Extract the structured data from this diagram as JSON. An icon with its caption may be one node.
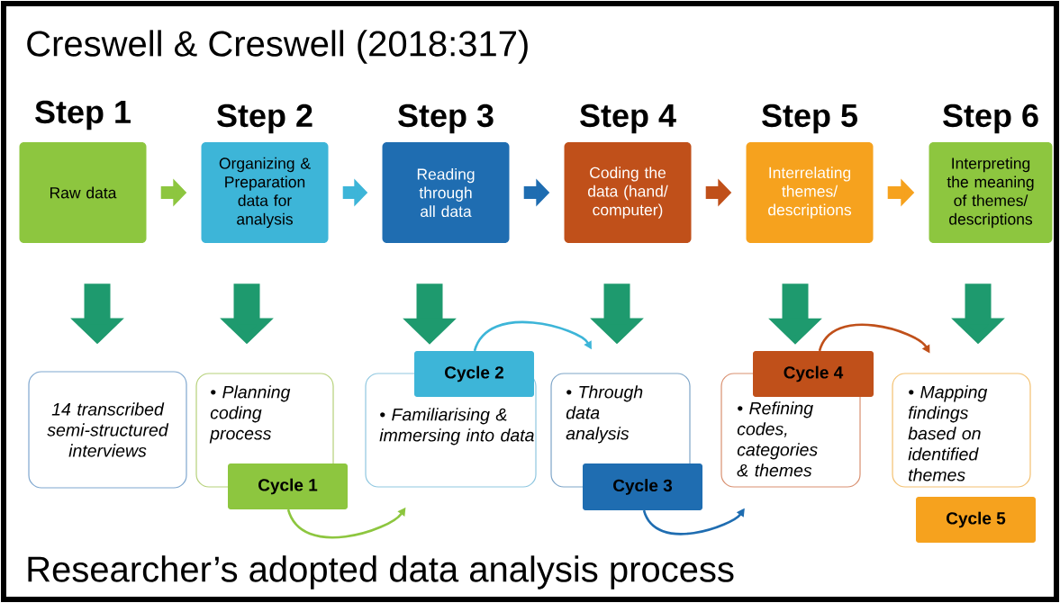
{
  "diagram": {
    "title": "Creswell & Creswell (2018:317)",
    "caption": "Researcher’s adopted data analysis process",
    "nodes": [
      {
        "text": [
          "Step 1",
          "Raw data"
        ]
      },
      {
        "text": [
          "Step 2",
          "Organizing & Preparation data for analysis"
        ]
      },
      {
        "text": [
          "Step 3",
          "Reading through all data"
        ]
      },
      {
        "text": [
          "Step 4",
          "Coding the data (hand/ computer)"
        ]
      },
      {
        "text": [
          "Step 5",
          "Interrelating themes/ descriptions"
        ]
      },
      {
        "text": [
          "Step 6",
          "Interpreting the meaning of themes/ descriptions"
        ]
      },
      {
        "text": [
          "14 transcribed semi-structured interviews"
        ]
      },
      {
        "text": [
          "• Planning coding process"
        ]
      },
      {
        "text": [
          "• Familiarising & immersing into data"
        ]
      },
      {
        "text": [
          "• Through data analysis"
        ]
      },
      {
        "text": [
          "• Refining codes, categories & themes"
        ]
      },
      {
        "text": [
          "• Mapping findings based on identified themes"
        ]
      },
      {
        "text": [
          "Cycle 1"
        ]
      },
      {
        "text": [
          "Cycle 2"
        ]
      },
      {
        "text": [
          "Cycle 3"
        ]
      },
      {
        "text": [
          "Cycle 4"
        ]
      },
      {
        "text": [
          "Cycle 5"
        ]
      }
    ],
    "edges": [
      {
        "from": 0,
        "to": 1,
        "arrow": "to",
        "color": "#8dc63f"
      },
      {
        "from": 1,
        "to": 2,
        "arrow": "to",
        "color": "#3db5d8"
      },
      {
        "from": 2,
        "to": 3,
        "arrow": "to",
        "color": "#1f6db1"
      },
      {
        "from": 3,
        "to": 4,
        "arrow": "to",
        "color": "#c0501a"
      },
      {
        "from": 4,
        "to": 5,
        "arrow": "to",
        "color": "#f6a21e"
      },
      {
        "from": 0,
        "to": 6,
        "arrow": "to",
        "style": "thick",
        "color": "#1e9a6e"
      },
      {
        "from": 1,
        "to": 7,
        "arrow": "to",
        "style": "thick",
        "color": "#1e9a6e"
      },
      {
        "from": 2,
        "to": 13,
        "arrow": "to",
        "style": "thick",
        "color": "#1e9a6e"
      },
      {
        "from": 3,
        "to": 9,
        "arrow": "to",
        "style": "thick",
        "color": "#1e9a6e"
      },
      {
        "from": 4,
        "to": 15,
        "arrow": "to",
        "style": "thick",
        "color": "#1e9a6e"
      },
      {
        "from": 5,
        "to": 11,
        "arrow": "to",
        "style": "thick",
        "color": "#1e9a6e"
      },
      {
        "from": 12,
        "to": 8,
        "arrow": "to",
        "color": "#8dc63f"
      },
      {
        "from": 13,
        "to": 9,
        "arrow": "to",
        "color": "#3db5d8"
      },
      {
        "from": 14,
        "to": 10,
        "arrow": "to",
        "color": "#1f6db1"
      },
      {
        "from": 15,
        "to": 11,
        "arrow": "to",
        "color": "#c0501a"
      }
    ]
  }
}
